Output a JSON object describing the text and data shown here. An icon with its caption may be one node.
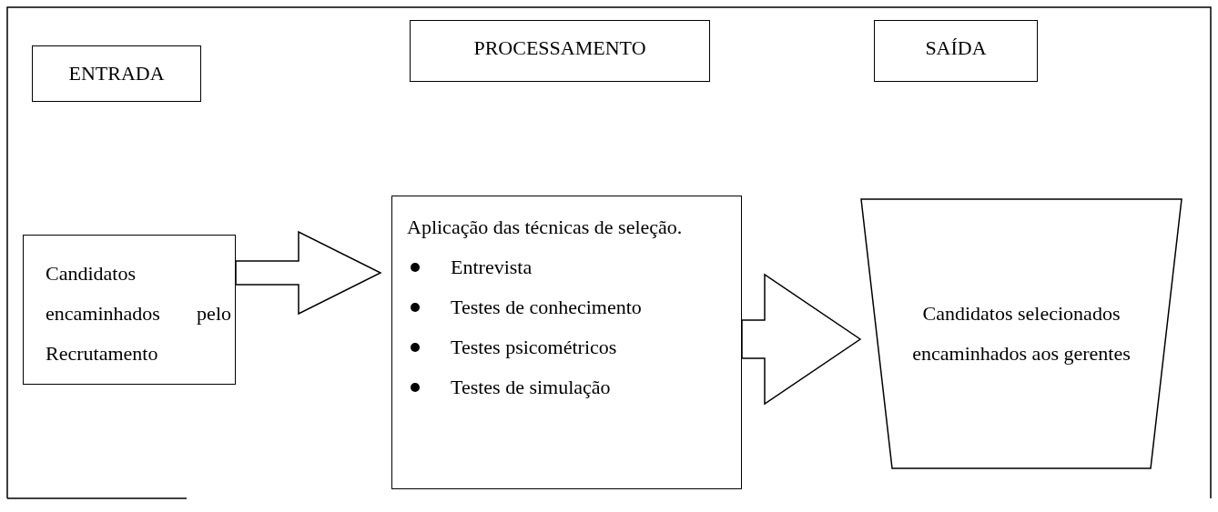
{
  "diagram": {
    "nodes": [
      {
        "text": [
          "ENTRADA"
        ]
      },
      {
        "text": [
          "PROCESSAMENTO"
        ]
      },
      {
        "text": [
          "SAÍDA"
        ]
      },
      {
        "text": [
          "Candidatos encaminhados pelo Recrutamento"
        ]
      },
      {
        "text": [
          "Aplicação das técnicas de seleção.",
          "Entrevista",
          "Testes de conhecimento",
          "Testes psicométricos",
          "Testes de simulação"
        ]
      },
      {
        "text": [
          "Candidatos selecionados encaminhados aos gerentes"
        ]
      }
    ],
    "edges": [
      {
        "from": 3,
        "to": 4,
        "arrow": "to"
      },
      {
        "from": 4,
        "to": 5,
        "arrow": "to"
      }
    ]
  }
}
